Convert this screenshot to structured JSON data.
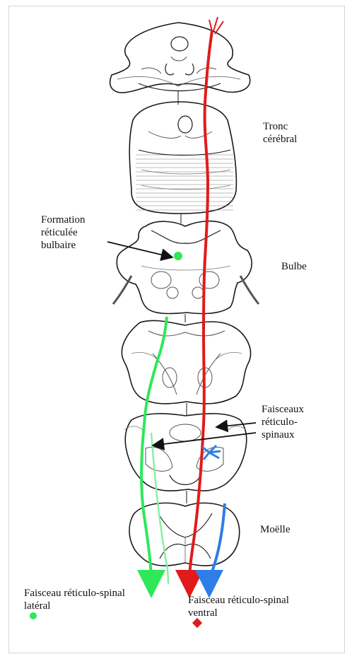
{
  "labels": {
    "tronc": [
      "Tronc",
      "cérébral"
    ],
    "formation": [
      "Formation",
      "réticulée",
      "bulbaire"
    ],
    "bulbe": "Bulbe",
    "faisceaux": [
      "Faisceaux",
      "réticulo-",
      "spinaux"
    ],
    "moelle": "Moëlle",
    "lateral": [
      "Faisceau réticulo-spinal",
      "latéral"
    ],
    "ventral": [
      "Faisceau réticulo-spinal",
      "ventral"
    ]
  },
  "colors": {
    "lateral_tract": "#2ee85a",
    "pontine_tract": "#e01b1b",
    "ventral_tract": "#2f7de8",
    "outline": "#1a1a1a",
    "hatch": "#555555"
  },
  "icons": {
    "lateral_marker": "green-dot-icon",
    "ventral_marker": "red-diamond-icon"
  }
}
